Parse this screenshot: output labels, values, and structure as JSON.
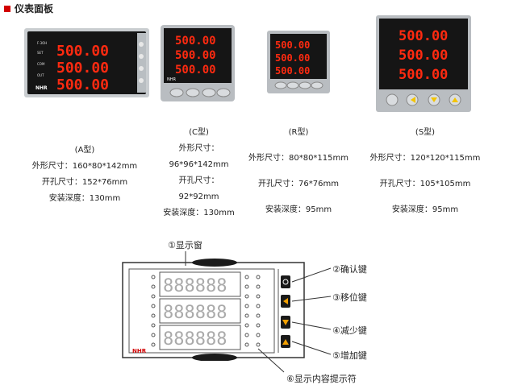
{
  "section": {
    "title": "仪表面板"
  },
  "panels": {
    "readout": "500.00",
    "led_rows": [
      "500.00",
      "500.00",
      "500.00"
    ]
  },
  "models": [
    {
      "name": "(A型)",
      "dims": "外形尺寸：160*80*142mm",
      "cutout": "开孔尺寸：152*76mm",
      "depth": "安装深度：130mm"
    },
    {
      "name": "(C型)",
      "dims_label": "外形尺寸：",
      "dims_value": "96*96*142mm",
      "cutout_label": "开孔尺寸：",
      "cutout_value": "92*92mm",
      "depth": "安装深度：130mm"
    },
    {
      "name": "(R型)",
      "dims": "外形尺寸：80*80*115mm",
      "cutout": "开孔尺寸：76*76mm",
      "depth": "安装深度：95mm"
    },
    {
      "name": "(S型)",
      "dims": "外形尺寸：120*120*115mm",
      "cutout": "开孔尺寸：105*105mm",
      "depth": "安装深度：95mm"
    }
  ],
  "diagram": {
    "labels": {
      "display_window": "①显示窗",
      "confirm_key": "②确认键",
      "shift_key": "③移位键",
      "decrease_key": "④减少键",
      "increase_key": "⑤增加键",
      "indicator": "⑥显示内容提示符"
    },
    "brand": "NHR"
  },
  "colors": {
    "led": "#ff2a10",
    "panel_dark": "#1a1a1a",
    "accent": "#d20000"
  }
}
